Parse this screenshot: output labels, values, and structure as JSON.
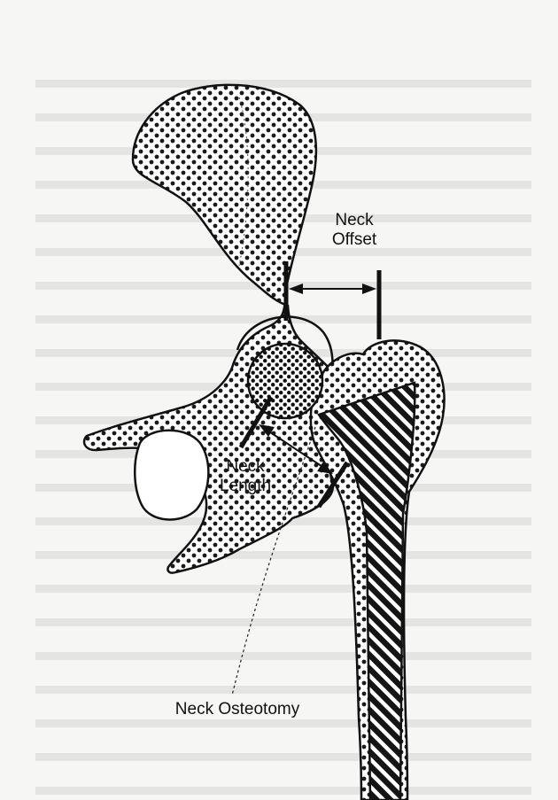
{
  "labels": {
    "neck_offset": [
      "Neck",
      "Offset"
    ],
    "neck_length": [
      "Neck",
      "Length"
    ],
    "neck_osteotomy": "Neck Osteotomy"
  },
  "colors": {
    "ink": "#111111",
    "bone_fill_background": "#ffffff",
    "dots": "#1a1a1a",
    "stem_stripes": "#151515",
    "page_background_text": "#bdbdbd"
  }
}
